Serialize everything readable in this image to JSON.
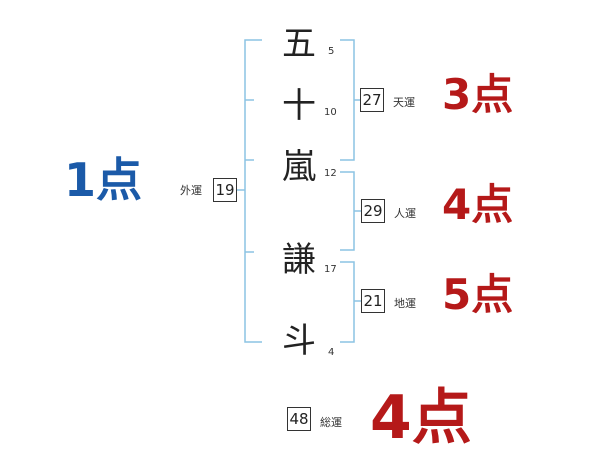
{
  "colors": {
    "bracket": "#8cc3e3",
    "score_red": "#b51919",
    "score_blue": "#1b5aa8"
  },
  "name_chars": [
    {
      "char": "五",
      "strokes": "5"
    },
    {
      "char": "十",
      "strokes": "10"
    },
    {
      "char": "嵐",
      "strokes": "12"
    },
    {
      "char": "謙",
      "strokes": "17"
    },
    {
      "char": "斗",
      "strokes": "4"
    }
  ],
  "gaiun": {
    "label": "外運",
    "value": "19",
    "score": "1点"
  },
  "tenun": {
    "label": "天運",
    "value": "27",
    "score": "3点"
  },
  "jinun": {
    "label": "人運",
    "value": "29",
    "score": "4点"
  },
  "chiun": {
    "label": "地運",
    "value": "21",
    "score": "5点"
  },
  "souun": {
    "label": "総運",
    "value": "48",
    "score": "4点"
  }
}
